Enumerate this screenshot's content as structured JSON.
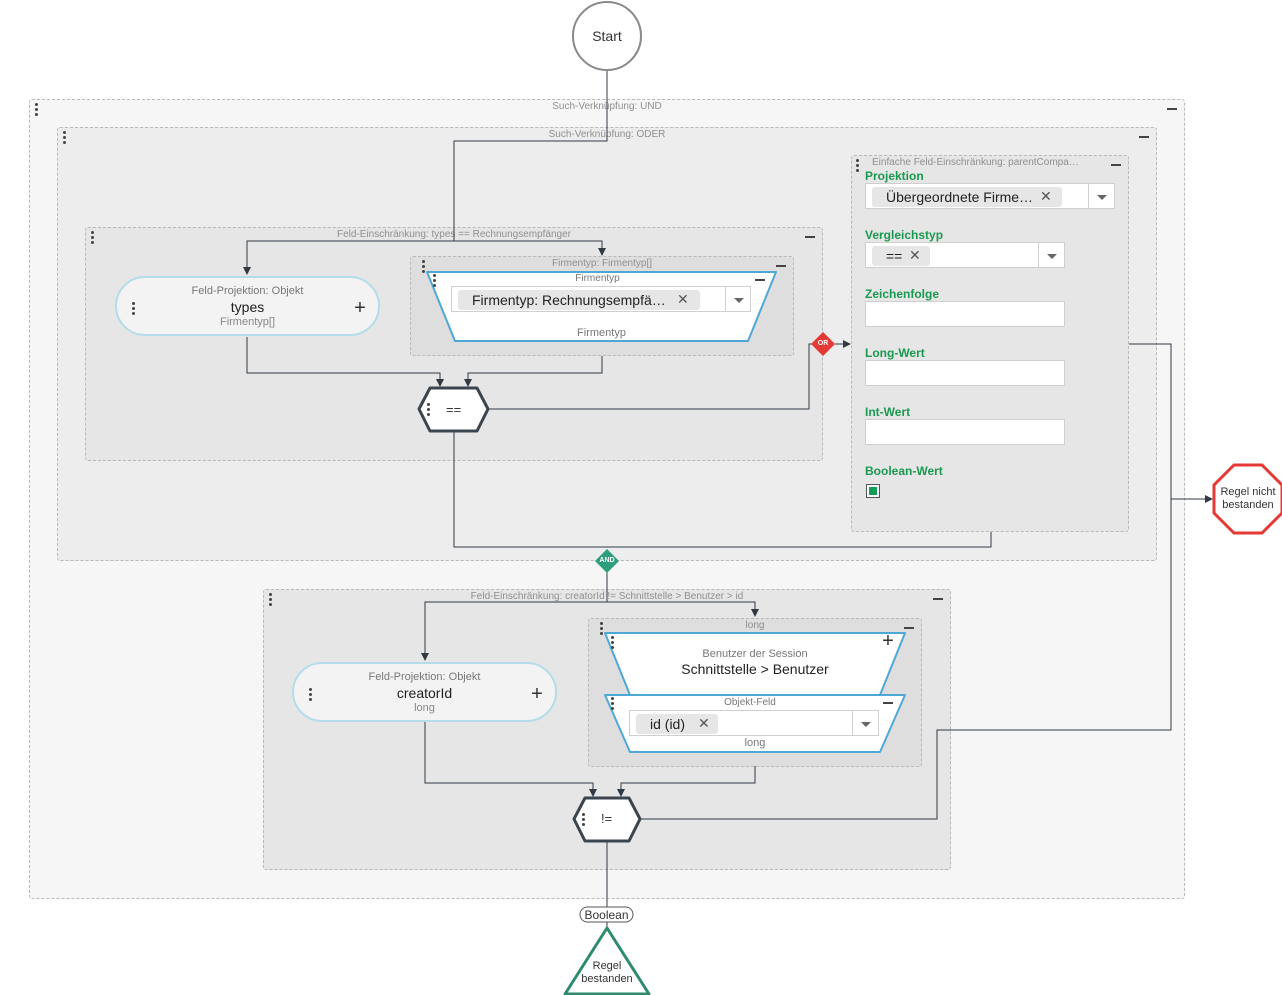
{
  "start_label": "Start",
  "groups": {
    "und_title": "Such-Verknüpfung: UND",
    "oder_title": "Such-Verknüpfung: ODER",
    "feld1_title": "Feld-Einschränkung: types == Rechnungsempfänger",
    "firmentyp_group_title": "Firmentyp: Firmentyp[]",
    "simple_title": "Einfache Feld-Einschränkung: parentCompa…",
    "feld2_title": "Feld-Einschränkung: creatorId != Schnittstelle > Benutzer > id",
    "long_group_title": "long"
  },
  "projection1": {
    "type": "Feld-Projektion: Objekt",
    "name": "types",
    "datatype": "Firmentyp[]"
  },
  "firmentyp_const": {
    "top": "Firmentyp",
    "chip": "Firmentyp: Rechnungsempfä…",
    "bottom": "Firmentyp"
  },
  "op_eq": "==",
  "or_badge": "OR",
  "and_badge": "AND",
  "simple": {
    "projektion_label": "Projektion",
    "projektion_chip": "Übergeordnete Firme…",
    "vergleich_label": "Vergleichstyp",
    "vergleich_chip": "==",
    "zeichenfolge_label": "Zeichenfolge",
    "longwert_label": "Long-Wert",
    "intwert_label": "Int-Wert",
    "boolean_label": "Boolean-Wert",
    "boolean_checked_color": "#0f9d58"
  },
  "projection2": {
    "type": "Feld-Projektion: Objekt",
    "name": "creatorId",
    "datatype": "long"
  },
  "session": {
    "top": "Benutzer der Session",
    "main": "Schnittstelle > Benutzer"
  },
  "objekt_feld": {
    "top": "Objekt-Feld",
    "chip": "id (id)",
    "bottom": "long"
  },
  "op_neq": "!=",
  "boolean_label": "Boolean",
  "pass_label_1": "Regel",
  "pass_label_2": "bestanden",
  "fail_label_1": "Regel nicht",
  "fail_label_2": "bestanden",
  "colors": {
    "accent_blue": "#b5dcea",
    "or_red": "#e53935",
    "and_green": "#2e9e7c",
    "fail_red": "#e53935",
    "pass_green": "#2e8b6e"
  }
}
